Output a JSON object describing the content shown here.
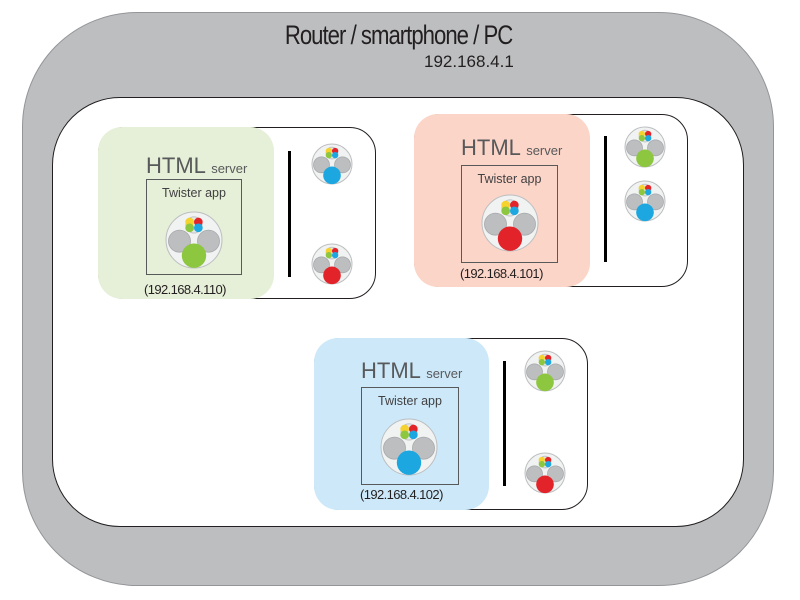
{
  "router": {
    "title": "Router / smartphone / PC",
    "ip": "192.168.4.1"
  },
  "nodes": [
    {
      "server_label": "HTML",
      "server_suffix": "server",
      "app_label": "Twister app",
      "ip": "(192.168.4.110)",
      "panel_color": "#e6efd7",
      "app_player_color": "#8dc63f",
      "client_colors": [
        "#1ca7e0",
        "#e2232a"
      ]
    },
    {
      "server_label": "HTML",
      "server_suffix": "server",
      "app_label": "Twister app",
      "ip": "(192.168.4.101)",
      "panel_color": "#fbd5c8",
      "app_player_color": "#e2232a",
      "client_colors": [
        "#8dc63f",
        "#1ca7e0"
      ]
    },
    {
      "server_label": "HTML",
      "server_suffix": "server",
      "app_label": "Twister app",
      "ip": "(192.168.4.102)",
      "panel_color": "#cde9f9",
      "app_player_color": "#1ca7e0",
      "client_colors": [
        "#8dc63f",
        "#e2232a"
      ]
    }
  ],
  "colors": {
    "router_fill": "#bcbec0",
    "spinner_grey": "#bcbec0",
    "spinner_face": "#f1f2f2",
    "dot_yellow": "#f5d22e",
    "dot_red": "#e2232a",
    "dot_green": "#8dc63f",
    "dot_blue": "#1ca7e0"
  }
}
